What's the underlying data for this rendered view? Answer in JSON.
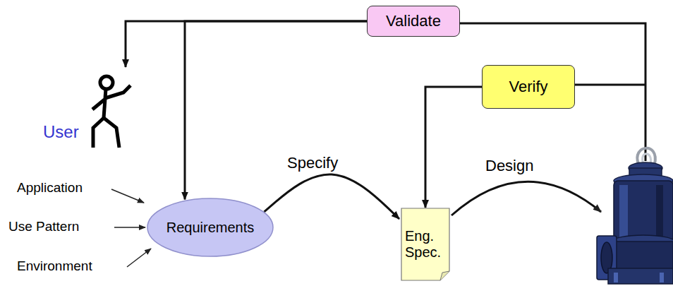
{
  "diagram": {
    "nodes": [
      {
        "text": [
          "Validate"
        ]
      },
      {
        "text": [
          "Verify"
        ]
      },
      {
        "text": [
          "User"
        ]
      },
      {
        "text": [
          "Requirements"
        ]
      },
      {
        "text": [
          "Eng. Spec."
        ]
      }
    ],
    "edges": [
      {
        "from": 0,
        "to": 2,
        "arrow": "to"
      },
      {
        "from": 0,
        "to": 3,
        "arrow": "to"
      },
      {
        "from": 3,
        "to": 4,
        "label": "Specify",
        "arrow": "to"
      },
      {
        "from": 1,
        "to": 4,
        "arrow": "to"
      }
    ],
    "labels": [
      "Application",
      "Use Pattern",
      "Environment",
      "Design"
    ]
  }
}
